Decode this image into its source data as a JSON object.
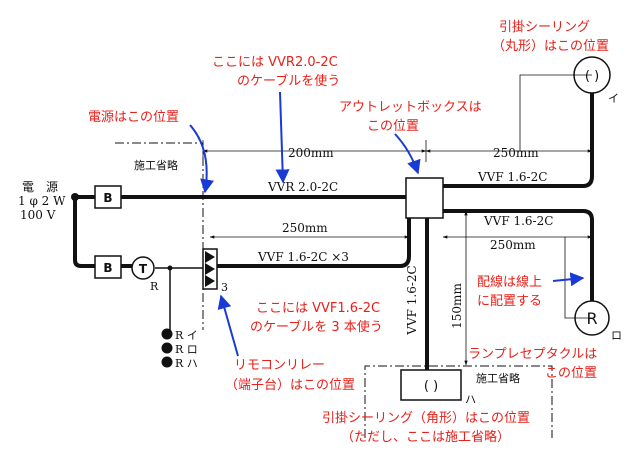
{
  "annotations": {
    "power_source": "電源はこの位置",
    "cable_vvr_1": "ここには VVR2.0-2C",
    "cable_vvr_2": "のケーブルを使う",
    "outlet_box_1": "アウトレットボックスは",
    "outlet_box_2": "この位置",
    "ceiling_round_1": "引掛シーリング",
    "ceiling_round_2": "（丸形）はこの位置",
    "wiring_1": "配線は線上",
    "wiring_2": "に配置する",
    "cable_vvf3_1": "ここには VVF1.6-2C",
    "cable_vvf3_2": "のケーブルを 3 本使う",
    "remocon_1": "リモコンリレー",
    "remocon_2": "（端子台）はこの位置",
    "lamp_receptacle_1": "ランプレセプタクルは",
    "lamp_receptacle_2": "この位置",
    "ceiling_square_1": "引掛シーリング（角形）はこの位置",
    "ceiling_square_2": "（ただし、ここは施工省略）"
  },
  "labels": {
    "source_1": "電　源",
    "source_2": "1 φ 2 W",
    "source_3": "100 V",
    "omitted_left": "施工省略",
    "omitted_bottom": "施工省略",
    "dim_200": "200mm",
    "dim_250_top": "250mm",
    "dim_250_mid": "250mm",
    "dim_250_right": "250mm",
    "dim_150": "150mm",
    "cable_vvr": "VVR 2.0-2C",
    "cable_vvf_top": "VVF 1.6-2C",
    "cable_vvf_mid": "VVF 1.6-2C",
    "cable_vvf_x3": "VVF 1.6-2C ×3",
    "cable_vvf_vertical": "VVF 1.6-2C",
    "breaker_1": "B",
    "breaker_2": "B",
    "transformer": "T",
    "transformer_sub": "R",
    "terminal_count": "3",
    "lamp_symbol": "R",
    "lamp_mark": "ロ",
    "round_mark": "イ",
    "square_mark": "ハ",
    "switch_i": "R イ",
    "switch_ro": "R ロ",
    "switch_ha": "R ハ"
  },
  "colors": {
    "annotation": "#e8201a",
    "arrow": "#1a3ad6",
    "wire": "#111111"
  }
}
